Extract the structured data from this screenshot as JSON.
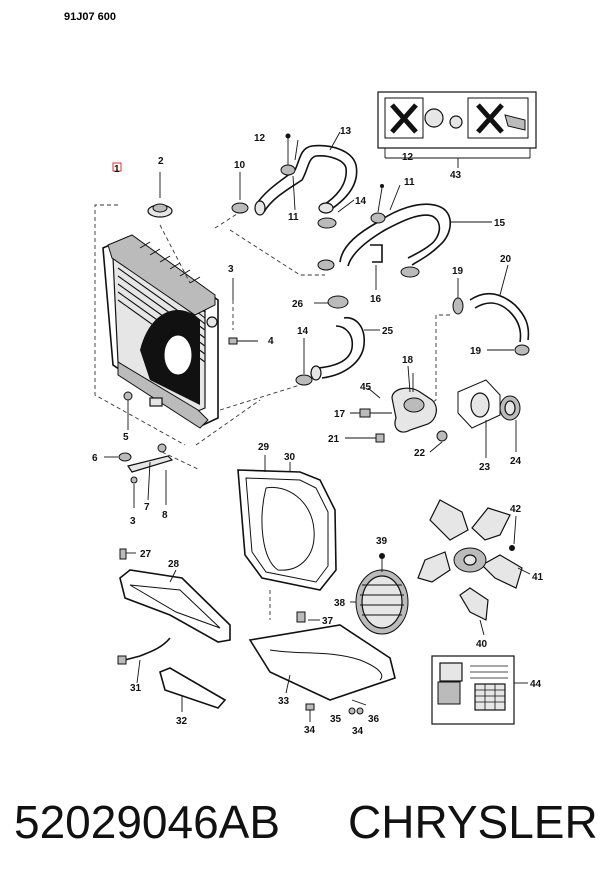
{
  "header": {
    "code": "91J07 600"
  },
  "callouts": [
    "1",
    "2",
    "3",
    "4",
    "5",
    "6",
    "7",
    "8",
    "3",
    "10",
    "11",
    "12",
    "13",
    "14",
    "12",
    "11",
    "15",
    "16",
    "19",
    "20",
    "19",
    "26",
    "25",
    "14",
    "18",
    "45",
    "17",
    "21",
    "22",
    "23",
    "24",
    "29",
    "30",
    "27",
    "28",
    "31",
    "32",
    "33",
    "34",
    "35",
    "36",
    "34",
    "37",
    "38",
    "39",
    "40",
    "41",
    "42",
    "43",
    "44"
  ],
  "footer": {
    "part_number": "52029046AB",
    "brand": "CHRYSLER"
  }
}
